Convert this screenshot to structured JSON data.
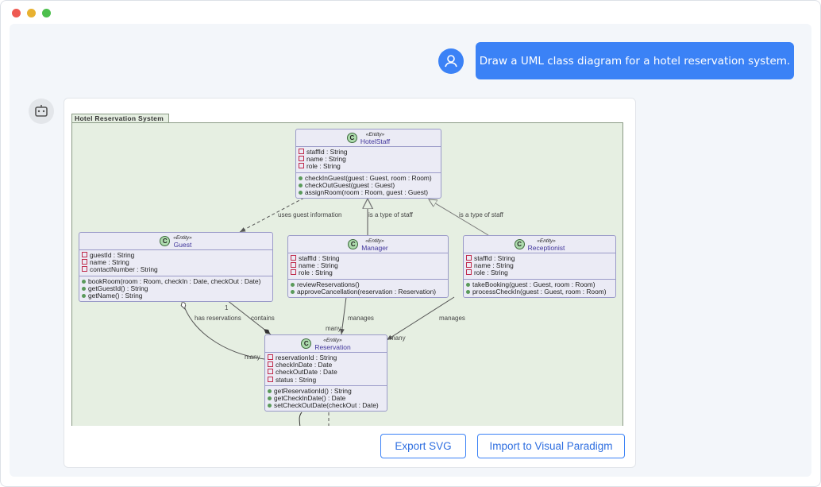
{
  "chat": {
    "user_message": "Draw a UML class diagram for a hotel reservation system.",
    "user_avatar_icon": "user-icon",
    "bot_avatar_icon": "robot-icon"
  },
  "diagram": {
    "package": "Hotel Reservation System",
    "classes": [
      {
        "stereotype": "«Entity»",
        "name": "HotelStaff",
        "attributes": [
          "staffId : String",
          "name : String",
          "role : String"
        ],
        "methods": [
          "checkInGuest(guest : Guest, room : Room)",
          "checkOutGuest(guest : Guest)",
          "assignRoom(room : Room, guest : Guest)"
        ]
      },
      {
        "stereotype": "«Entity»",
        "name": "Guest",
        "attributes": [
          "guestId : String",
          "name : String",
          "contactNumber : String"
        ],
        "methods": [
          "bookRoom(room : Room, checkIn : Date, checkOut : Date)",
          "getGuestId() : String",
          "getName() : String"
        ]
      },
      {
        "stereotype": "«Entity»",
        "name": "Manager",
        "attributes": [
          "staffId : String",
          "name : String",
          "role : String"
        ],
        "methods": [
          "reviewReservations()",
          "approveCancellation(reservation : Reservation)"
        ]
      },
      {
        "stereotype": "«Entity»",
        "name": "Receptionist",
        "attributes": [
          "staffId : String",
          "name : String",
          "role : String"
        ],
        "methods": [
          "takeBooking(guest : Guest, room : Room)",
          "processCheckIn(guest : Guest, room : Room)"
        ]
      },
      {
        "stereotype": "«Entity»",
        "name": "Reservation",
        "attributes": [
          "reservationId : String",
          "checkInDate : Date",
          "checkOutDate : Date",
          "status : String"
        ],
        "methods": [
          "getReservationId() : String",
          "getCheckInDate() : Date",
          "setCheckOutDate(checkOut : Date)"
        ]
      }
    ],
    "relations": {
      "uses": "uses guest information",
      "is_a_1": "is a type of staff",
      "is_a_2": "is a type of staff",
      "has_res": "has reservations",
      "has_res_mult": "many",
      "contains": "contains",
      "contains_mult": "1",
      "manages_1": "manages",
      "manages_1_mult": "many",
      "manages_2": "manages",
      "manages_2_mult": "many"
    }
  },
  "buttons": {
    "export": "Export SVG",
    "import": "Import to Visual Paradigm"
  }
}
